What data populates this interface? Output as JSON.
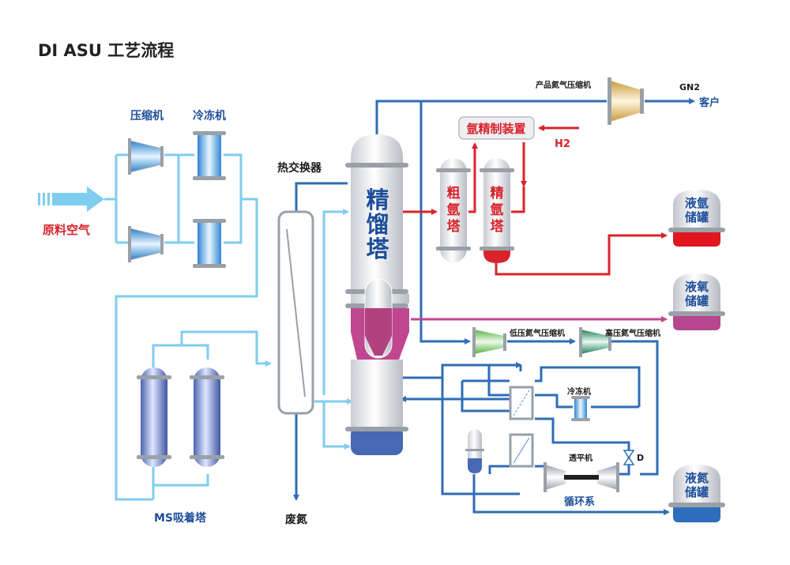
{
  "title": "DI ASU 工艺流程",
  "labels": {
    "compressor": "压缩机",
    "chiller": "冷冻机",
    "feed_air": "原料空气",
    "heat_exchanger": "热交换器",
    "ms_adsorber": "MS吸着塔",
    "waste_nitrogen": "废氮",
    "main_column_l1": "精",
    "main_column_l2": "馏",
    "main_column_l3": "塔",
    "crude_argon_l1": "粗",
    "crude_argon_l2": "氩",
    "crude_argon_l3": "塔",
    "pure_argon_l1": "精",
    "pure_argon_l2": "氩",
    "pure_argon_l3": "塔",
    "argon_purifier": "氩精制装置",
    "h2": "H2",
    "product_n2_compressor": "产品氮气压缩机",
    "gn2": "GN2",
    "customer": "客户",
    "lar_tank_l1": "液氩",
    "lar_tank_l2": "储罐",
    "lox_tank_l1": "液氧",
    "lox_tank_l2": "储罐",
    "ln2_tank_l1": "液氮",
    "ln2_tank_l2": "储罐",
    "lp_n2_compressor": "低压氮气压缩机",
    "hp_n2_compressor": "高压氮气压缩机",
    "chiller_small": "冷冻机",
    "expander": "透平机",
    "recycle": "循环系",
    "valve_d": "D"
  },
  "colors": {
    "air_line": "#7fcdef",
    "nitrogen_line": "#2f6db5",
    "argon_line": "#d9232b",
    "oxygen_line": "#c0468f",
    "title_text": "#222222",
    "label_text": "#1a1a1a",
    "red_text": "#d9232b",
    "blue_text": "#1c4e9a"
  }
}
